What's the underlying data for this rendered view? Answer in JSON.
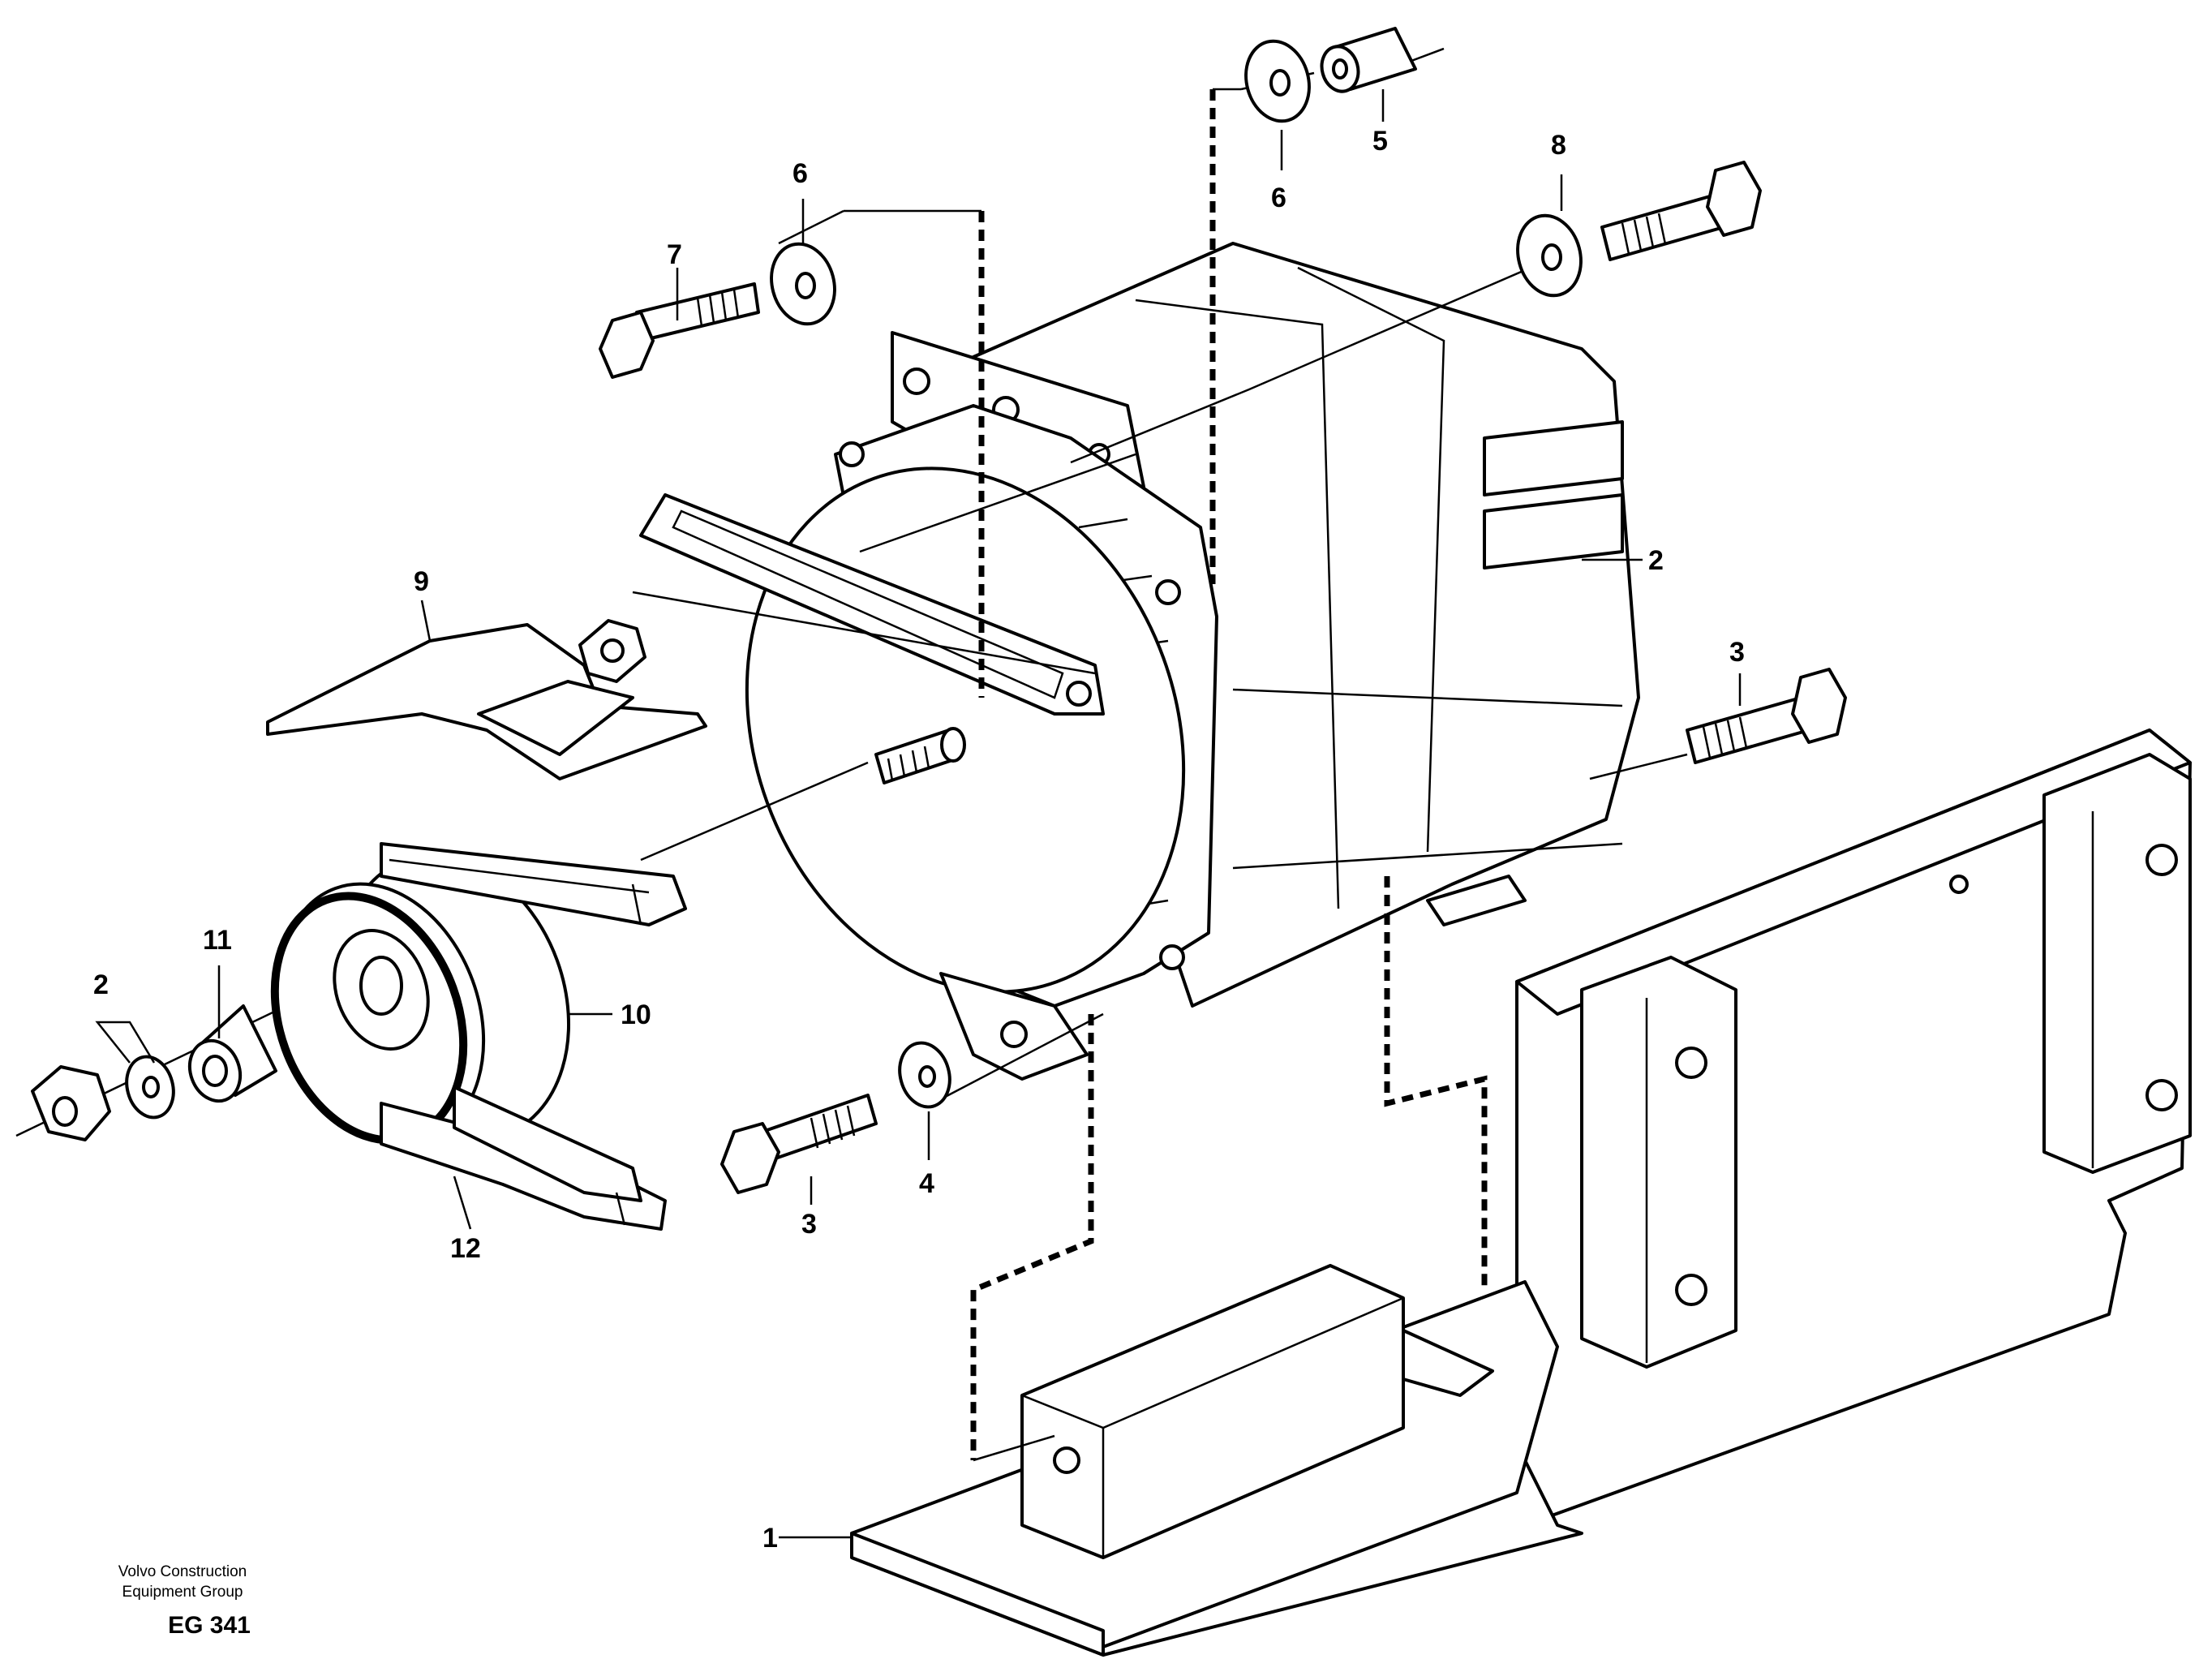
{
  "callouts": {
    "c1": "1",
    "c2_right": "2",
    "c2_left": "2",
    "c3_top": "3",
    "c3_bottom": "3",
    "c4": "4",
    "c5": "5",
    "c6_top": "6",
    "c6_left": "6",
    "c7": "7",
    "c8": "8",
    "c9": "9",
    "c10": "10",
    "c11": "11",
    "c12": "12"
  },
  "footer": {
    "line1": "Volvo Construction",
    "line2": "Equipment Group",
    "code": "EG 341"
  }
}
